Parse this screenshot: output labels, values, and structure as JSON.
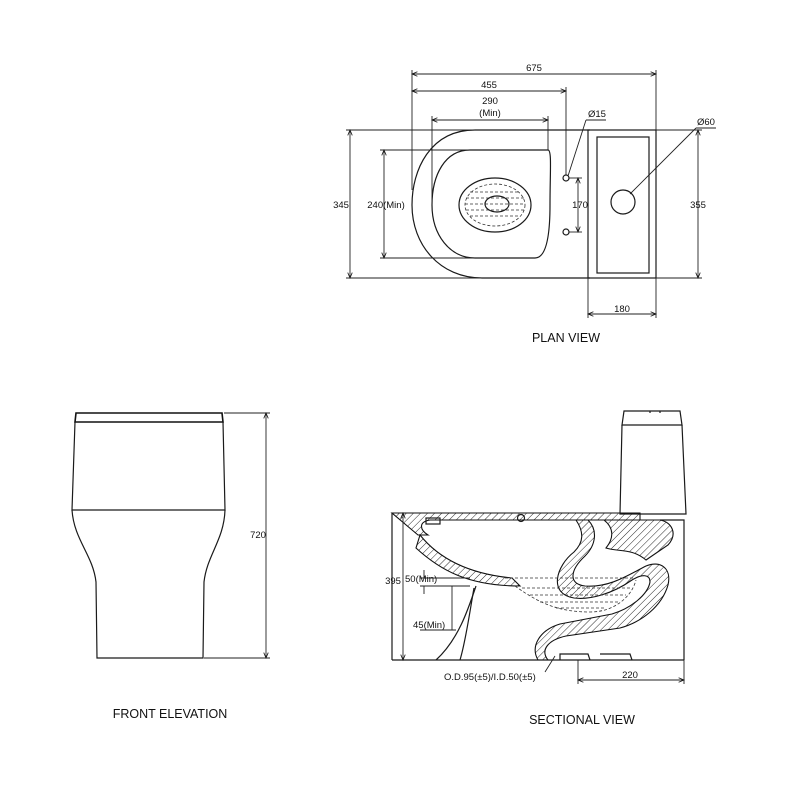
{
  "views": {
    "plan": "PLAN VIEW",
    "front": "FRONT ELEVATION",
    "section": "SECTIONAL VIEW"
  },
  "plan_dims": {
    "overall_length": "675",
    "bowl_length": "455",
    "opening_length": "290",
    "opening_min": "(Min)",
    "hole_small": "Ø15",
    "hole_large": "Ø60",
    "depth_left": "345",
    "depth_inner": "240(Min)",
    "hole_spacing": "170",
    "depth_right": "355",
    "tank_width": "180"
  },
  "front_dims": {
    "height": "720"
  },
  "section_dims": {
    "rim_height": "395",
    "water_seal": "50(Min)",
    "outlet_gap": "45(Min)",
    "outlet_pipe": "O.D.95(±5)/I.D.50(±5)",
    "rough_in": "220"
  }
}
